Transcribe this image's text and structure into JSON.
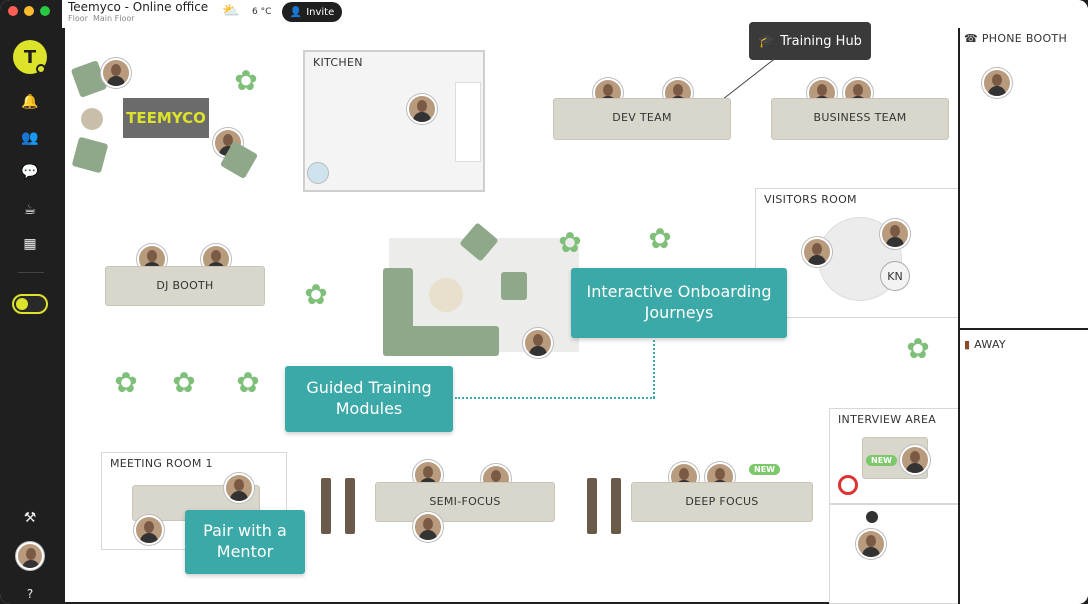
{
  "window": {
    "title": "Teemyco - Online office",
    "floor_label": "Floor",
    "floor_value": "Main Floor",
    "temperature": "6 °C",
    "invite_label": "Invite"
  },
  "colors": {
    "accent": "#dde22a",
    "teal": "#3aa9a7",
    "sidebar": "#1f1f1f",
    "new_badge": "#7cc86a"
  },
  "sidebar": {
    "icons": [
      "bell-icon",
      "people-icon",
      "chat-icon",
      "coffee-icon",
      "building-icon",
      "toggle",
      "tools-icon",
      "avatar",
      "help-icon"
    ]
  },
  "logo": {
    "brand": "TEEMYCO"
  },
  "rooms": {
    "kitchen": "KITCHEN",
    "phone_booth": "PHONE BOOTH",
    "visitors_room": "VISITORS ROOM",
    "away": "AWAY",
    "interview_area": "INTERVIEW AREA",
    "meeting_room_1": "MEETING ROOM 1"
  },
  "tables": {
    "dev_team": "DEV TEAM",
    "business_team": "BUSINESS TEAM",
    "dj_booth": "DJ BOOTH",
    "semi_focus": "SEMI-FOCUS",
    "deep_focus": "DEEP FOCUS"
  },
  "callouts": {
    "training_hub": "Training Hub",
    "onboarding_line1": "Interactive Onboarding",
    "onboarding_line2": "Journeys",
    "guided_line1": "Guided Training",
    "guided_line2": "Modules",
    "mentor_line1": "Pair with a",
    "mentor_line2": "Mentor"
  },
  "badges": {
    "new": "NEW",
    "kn": "KN"
  }
}
